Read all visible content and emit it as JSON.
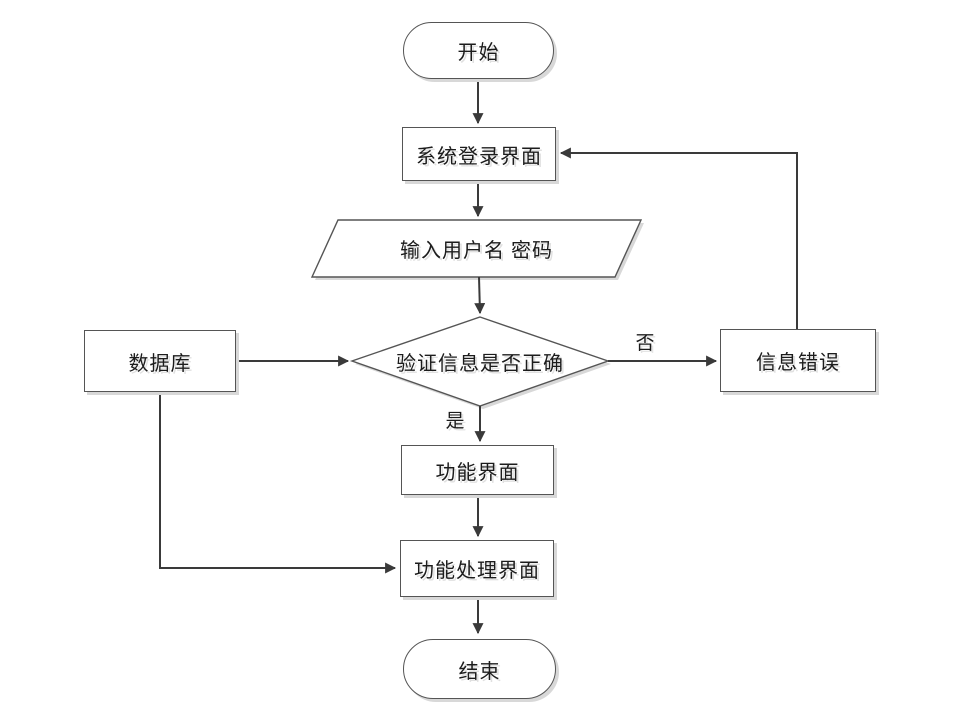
{
  "flowchart": {
    "nodes": {
      "start": "开始",
      "login": "系统登录界面",
      "input": "输入用户名 密码",
      "verify": "验证信息是否正确",
      "database": "数据库",
      "error": "信息错误",
      "function_ui": "功能界面",
      "function_process": "功能处理界面",
      "end": "结束"
    },
    "branch_labels": {
      "no": "否",
      "yes": "是"
    },
    "colors": {
      "connector": "#3a3a3a",
      "shape_border": "#555555",
      "shape_fill": "#ffffff",
      "shadow": "#d8d8d8",
      "text": "#1c1c1c",
      "background": "#ffffff"
    }
  }
}
